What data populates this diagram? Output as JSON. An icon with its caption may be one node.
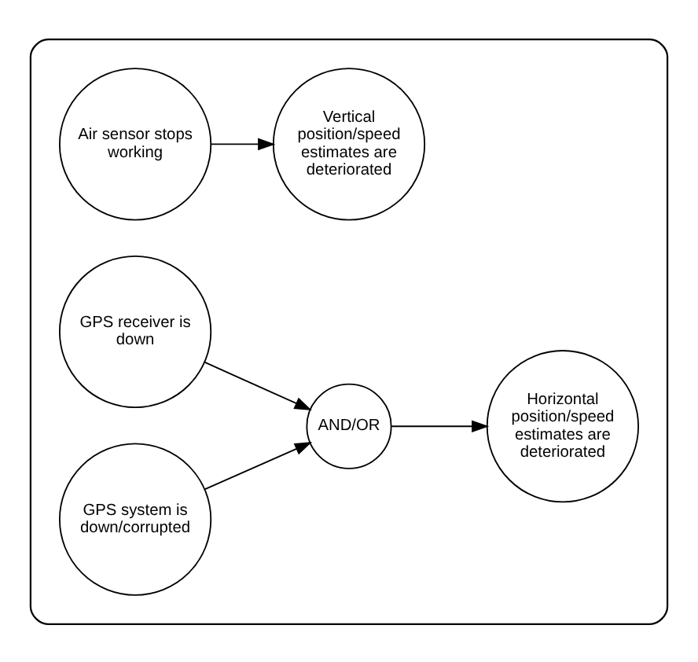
{
  "diagram": {
    "nodes": [
      {
        "text": [],
        "shape": "box"
      },
      {
        "text": [
          "Air sensor stops working"
        ],
        "in": 0
      },
      {
        "text": [
          "Vertical position/speed estimates are deteriorated"
        ],
        "in": 0
      },
      {
        "text": [
          "GPS receiver is down"
        ],
        "in": 0
      },
      {
        "text": [
          "GPS system is down/corrupted"
        ],
        "in": 0
      },
      {
        "text": [
          "AND/OR"
        ],
        "in": 0
      },
      {
        "text": [
          "Horizontal position/speed estimates are deteriorated"
        ],
        "in": 0
      }
    ],
    "edges": [
      {
        "from": 1,
        "to": 2,
        "arrow": "to"
      },
      {
        "from": 3,
        "to": 5,
        "arrow": "to"
      },
      {
        "from": 4,
        "to": 5,
        "arrow": "to"
      },
      {
        "from": 5,
        "to": 6,
        "arrow": "to"
      }
    ]
  }
}
